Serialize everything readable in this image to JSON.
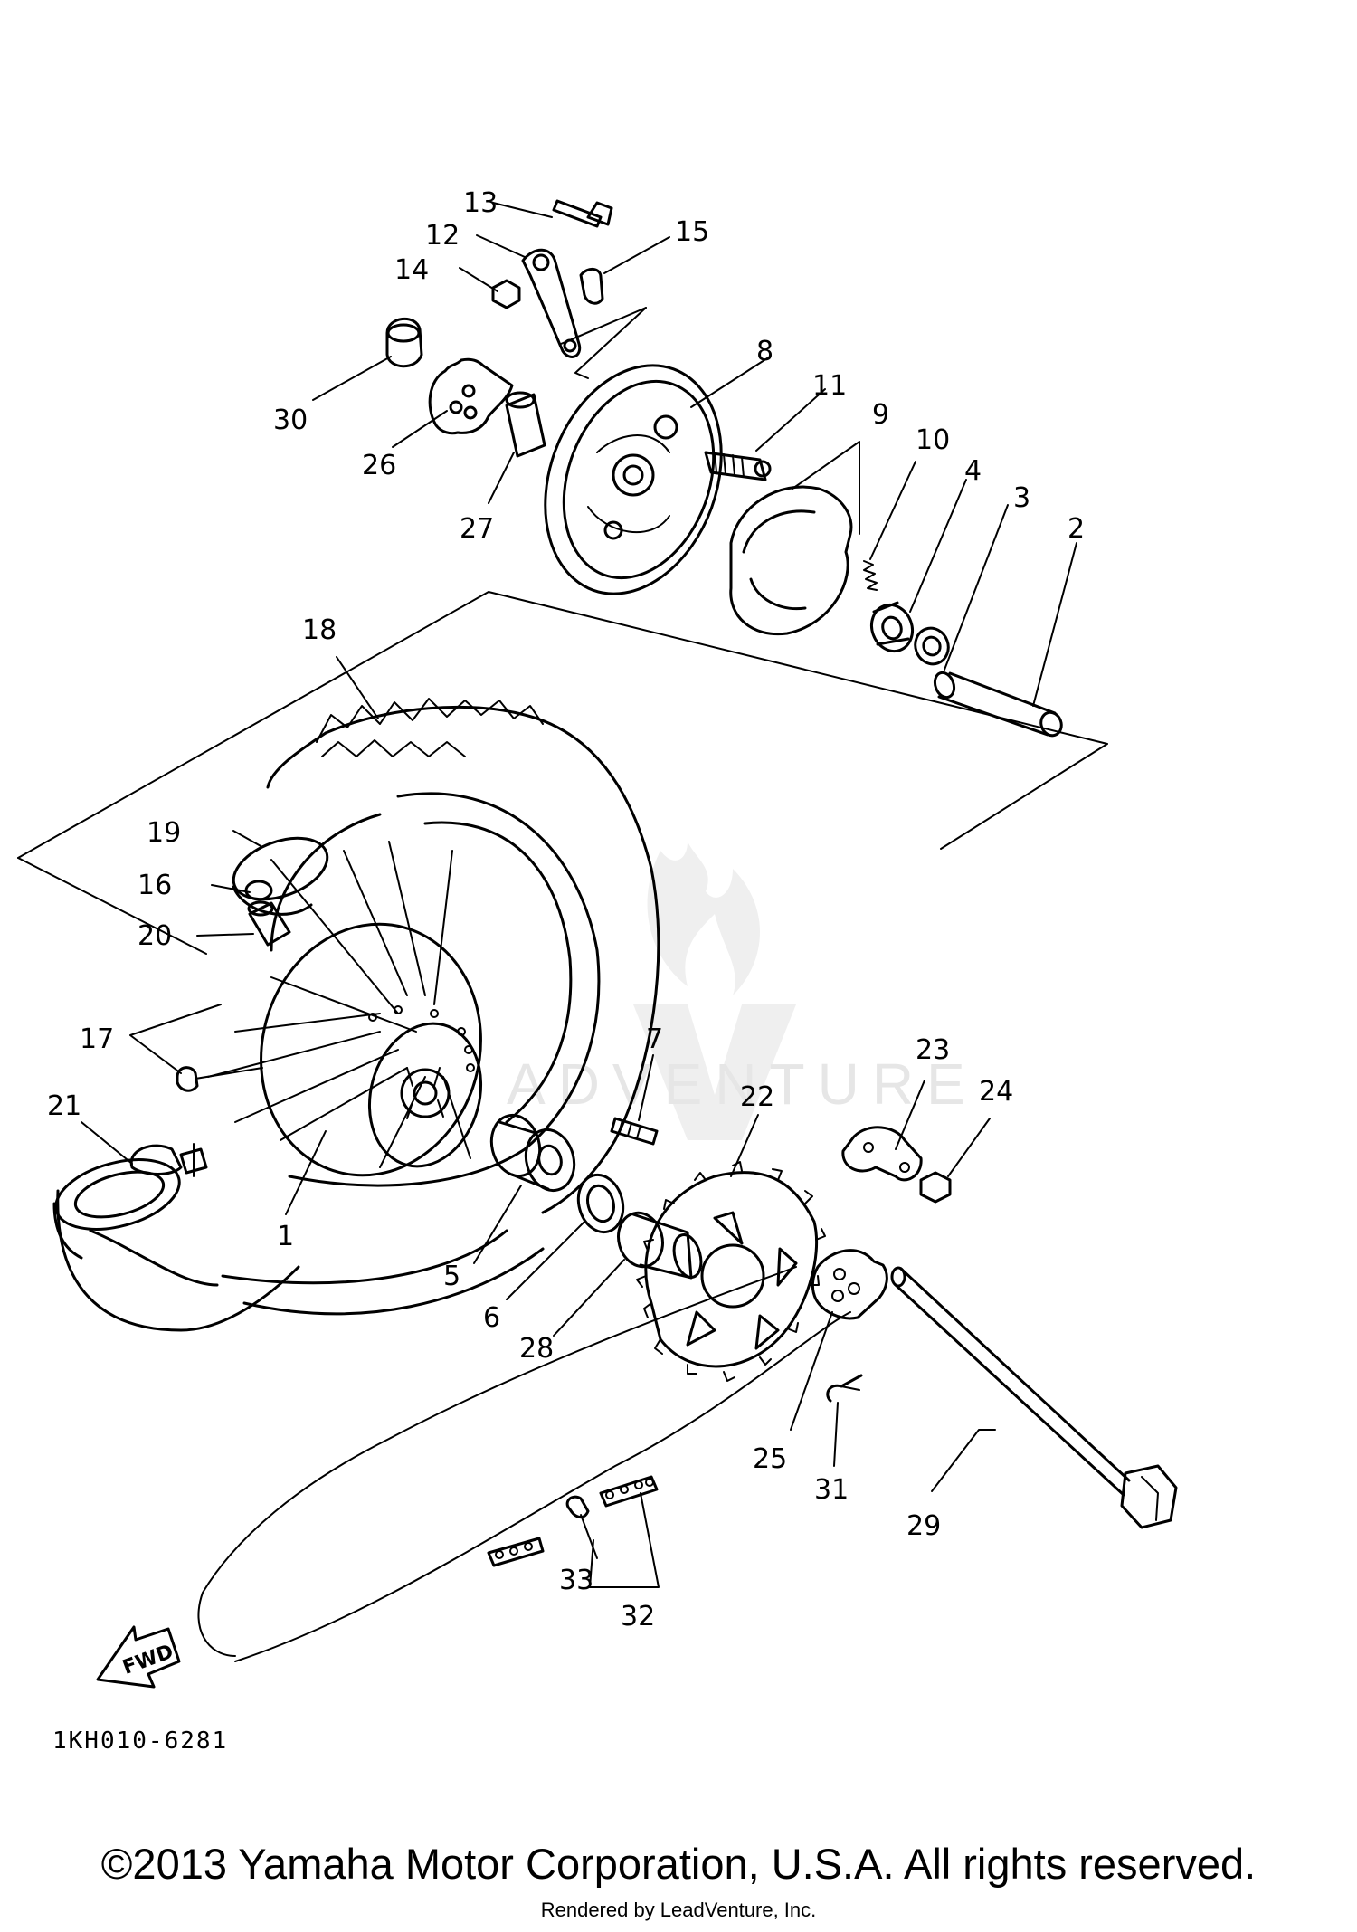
{
  "diagram": {
    "drawing_code": "1KH010-6281",
    "fwd_label": "FWD",
    "watermark": "ADVENTURE",
    "callouts": {
      "p1": "1",
      "p2": "2",
      "p3": "3",
      "p4": "4",
      "p5": "5",
      "p6": "6",
      "p7": "7",
      "p8": "8",
      "p9": "9",
      "p10": "10",
      "p11": "11",
      "p12": "12",
      "p13": "13",
      "p14": "14",
      "p15": "15",
      "p16": "16",
      "p17": "17",
      "p18": "18",
      "p19": "19",
      "p20": "20",
      "p21": "21",
      "p22": "22",
      "p23": "23",
      "p24": "24",
      "p25": "25",
      "p26": "26",
      "p27": "27",
      "p28": "28",
      "p29": "29",
      "p30": "30",
      "p31": "31",
      "p32": "32",
      "p33": "33"
    }
  },
  "footer": {
    "copyright": "©2013 Yamaha Motor Corporation, U.S.A. All rights reserved.",
    "rendered_by": "Rendered by LeadVenture, Inc."
  }
}
